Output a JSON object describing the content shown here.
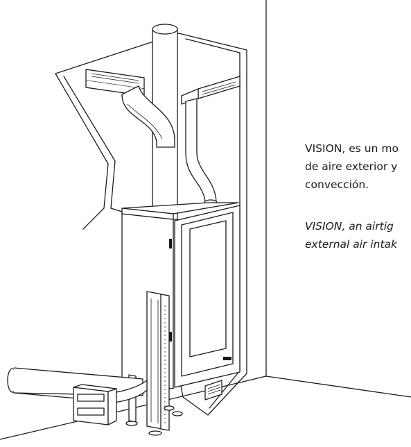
{
  "caption": {
    "es_lines": [
      "VISION, es un mo",
      "de aire exterior y",
      "convección."
    ],
    "en_lines": [
      "VISION, an airtig",
      "external air intak"
    ]
  },
  "colors": {
    "line": "#1a1a1a",
    "background": "#ffffff"
  }
}
